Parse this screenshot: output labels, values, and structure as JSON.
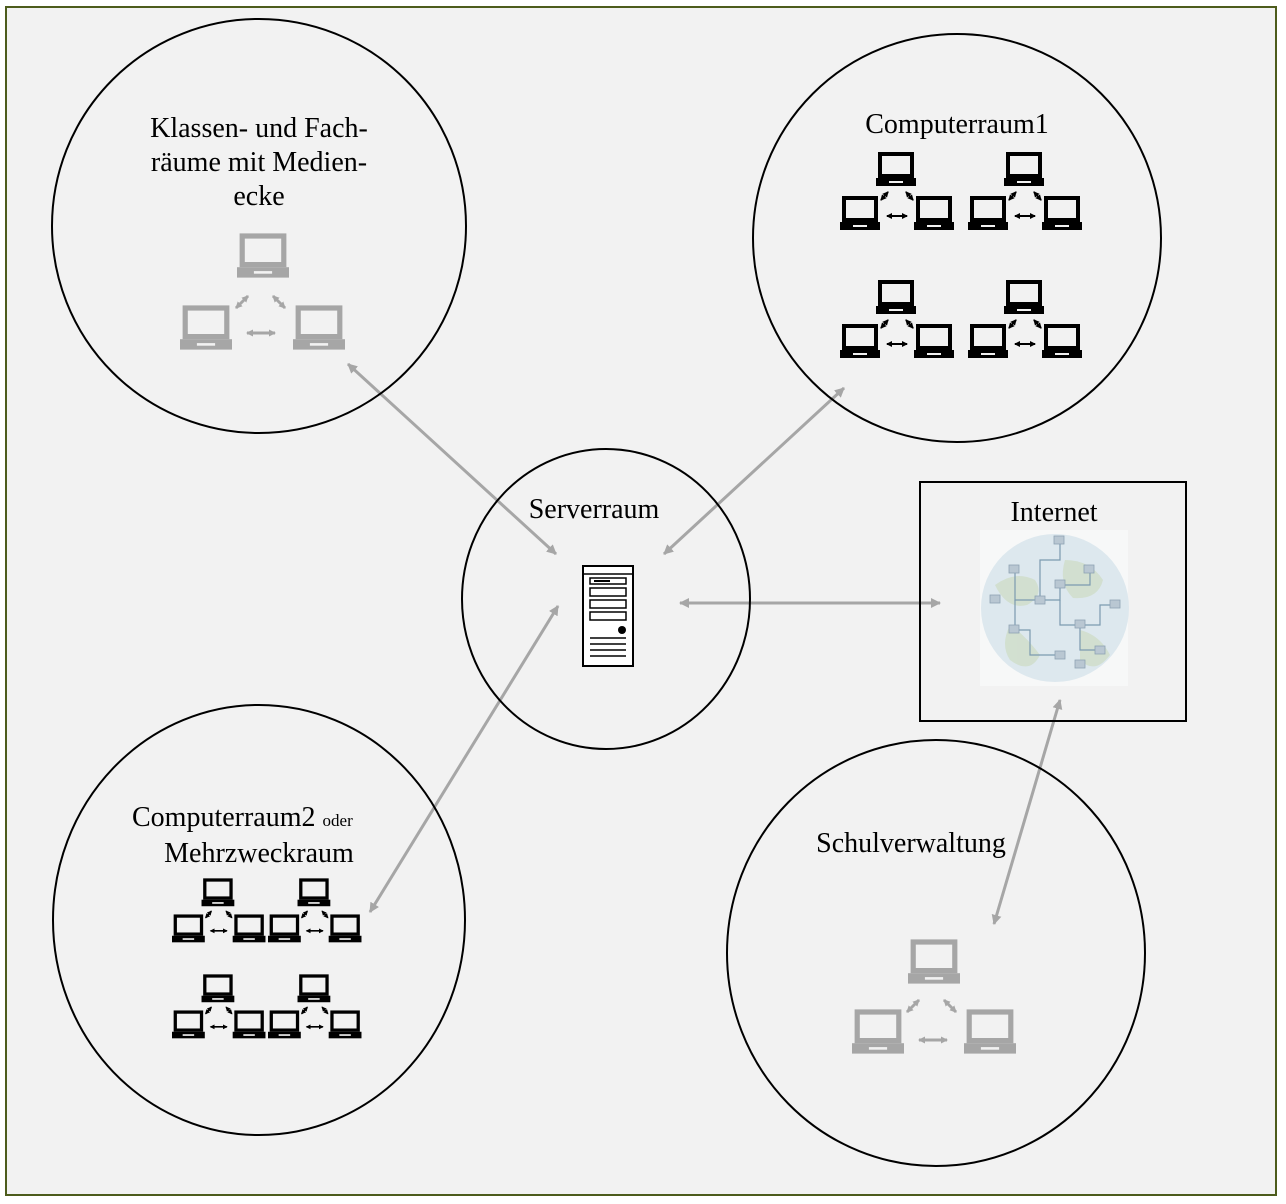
{
  "nodes": {
    "klassen": {
      "lines": [
        "Klassen- und Fach-",
        "räume mit Medien-",
        "ecke"
      ]
    },
    "computerraum1": {
      "label": "Computerraum1"
    },
    "serverraum": {
      "label": "Serverraum"
    },
    "internet": {
      "label": "Internet"
    },
    "computerraum2": {
      "label": "Computerraum2",
      "label_small": "oder",
      "label_line2": "Mehrzweckraum"
    },
    "schulverwaltung": {
      "label": "Schulverwaltung"
    }
  },
  "colors": {
    "frame_border": "#4d5c1c",
    "background": "#f2f2f2",
    "connector": "#a6a6a6",
    "outline": "#000000",
    "pc_gray": "#a6a6a6",
    "pc_black": "#000000"
  }
}
